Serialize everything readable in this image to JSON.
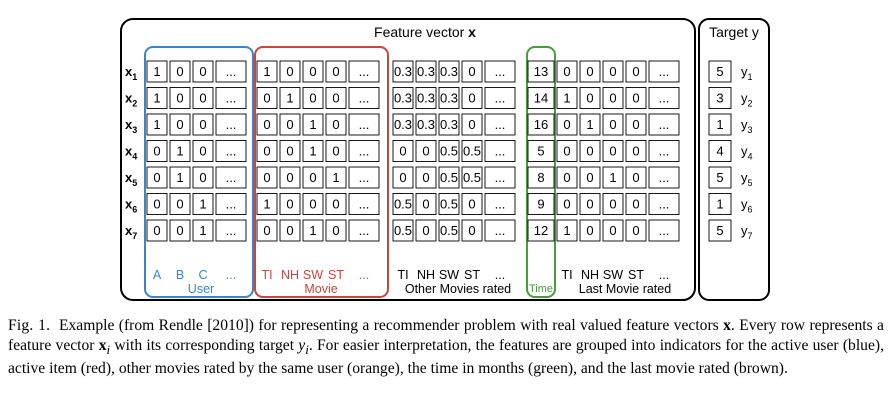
{
  "figure": {
    "feature_vector_title_text": "Feature vector",
    "feature_vector_title_symbol": "x",
    "target_title": "Target y",
    "colors": {
      "user": "#3a86c8",
      "movie": "#c8473a",
      "other_movies": "#e39a2a",
      "time": "#4a9a3e",
      "last_movie": "#7a2b2b",
      "frame": "#000000"
    },
    "rows": [
      {
        "label": "x",
        "sub": "1",
        "user": [
          "1",
          "0",
          "0",
          "..."
        ],
        "movie": [
          "1",
          "0",
          "0",
          "0",
          "..."
        ],
        "other": [
          "0.3",
          "0.3",
          "0.3",
          "0",
          "..."
        ],
        "time": "13",
        "last": [
          "0",
          "0",
          "0",
          "0",
          "..."
        ],
        "target": "5",
        "y_sub": "1"
      },
      {
        "label": "x",
        "sub": "2",
        "user": [
          "1",
          "0",
          "0",
          "..."
        ],
        "movie": [
          "0",
          "1",
          "0",
          "0",
          "..."
        ],
        "other": [
          "0.3",
          "0.3",
          "0.3",
          "0",
          "..."
        ],
        "time": "14",
        "last": [
          "1",
          "0",
          "0",
          "0",
          "..."
        ],
        "target": "3",
        "y_sub": "2"
      },
      {
        "label": "x",
        "sub": "3",
        "user": [
          "1",
          "0",
          "0",
          "..."
        ],
        "movie": [
          "0",
          "0",
          "1",
          "0",
          "..."
        ],
        "other": [
          "0.3",
          "0.3",
          "0.3",
          "0",
          "..."
        ],
        "time": "16",
        "last": [
          "0",
          "1",
          "0",
          "0",
          "..."
        ],
        "target": "1",
        "y_sub": "3"
      },
      {
        "label": "x",
        "sub": "4",
        "user": [
          "0",
          "1",
          "0",
          "..."
        ],
        "movie": [
          "0",
          "0",
          "1",
          "0",
          "..."
        ],
        "other": [
          "0",
          "0",
          "0.5",
          "0.5",
          "..."
        ],
        "time": "5",
        "last": [
          "0",
          "0",
          "0",
          "0",
          "..."
        ],
        "target": "4",
        "y_sub": "4"
      },
      {
        "label": "x",
        "sub": "5",
        "user": [
          "0",
          "1",
          "0",
          "..."
        ],
        "movie": [
          "0",
          "0",
          "0",
          "1",
          "..."
        ],
        "other": [
          "0",
          "0",
          "0.5",
          "0.5",
          "..."
        ],
        "time": "8",
        "last": [
          "0",
          "0",
          "1",
          "0",
          "..."
        ],
        "target": "5",
        "y_sub": "5"
      },
      {
        "label": "x",
        "sub": "6",
        "user": [
          "0",
          "0",
          "1",
          "..."
        ],
        "movie": [
          "1",
          "0",
          "0",
          "0",
          "..."
        ],
        "other": [
          "0.5",
          "0",
          "0.5",
          "0",
          "..."
        ],
        "time": "9",
        "last": [
          "0",
          "0",
          "0",
          "0",
          "..."
        ],
        "target": "1",
        "y_sub": "6"
      },
      {
        "label": "x",
        "sub": "7",
        "user": [
          "0",
          "0",
          "1",
          "..."
        ],
        "movie": [
          "0",
          "0",
          "1",
          "0",
          "..."
        ],
        "other": [
          "0.5",
          "0",
          "0.5",
          "0",
          "..."
        ],
        "time": "12",
        "last": [
          "1",
          "0",
          "0",
          "0",
          "..."
        ],
        "target": "5",
        "y_sub": "7"
      }
    ],
    "groups": {
      "user": {
        "cols": [
          "A",
          "B",
          "C",
          "..."
        ],
        "name": "User"
      },
      "movie": {
        "cols": [
          "TI",
          "NH",
          "SW",
          "ST",
          "..."
        ],
        "name": "Movie"
      },
      "other": {
        "cols": [
          "TI",
          "NH",
          "SW",
          "ST",
          "..."
        ],
        "name": "Other Movies rated"
      },
      "time": {
        "cols": [],
        "name": "Time"
      },
      "last": {
        "cols": [
          "TI",
          "NH",
          "SW",
          "ST",
          "..."
        ],
        "name": "Last Movie rated"
      }
    }
  },
  "caption": {
    "label": "Fig. 1.",
    "text_1": "Example (from Rendle [2010]) for representing a recommender problem with real valued feature vectors ",
    "x_bold": "x",
    "text_2": ". Every row represents a feature vector ",
    "x_i_bold": "x",
    "x_i_sub": "i",
    "text_3": " with its corresponding target ",
    "y_i": "y",
    "y_i_sub": "i",
    "text_4": ". For easier interpretation, the features are grouped into indicators for the active user (blue), active item (red), other movies rated by the same user (orange), the time in months (green), and the last movie rated (brown)."
  }
}
